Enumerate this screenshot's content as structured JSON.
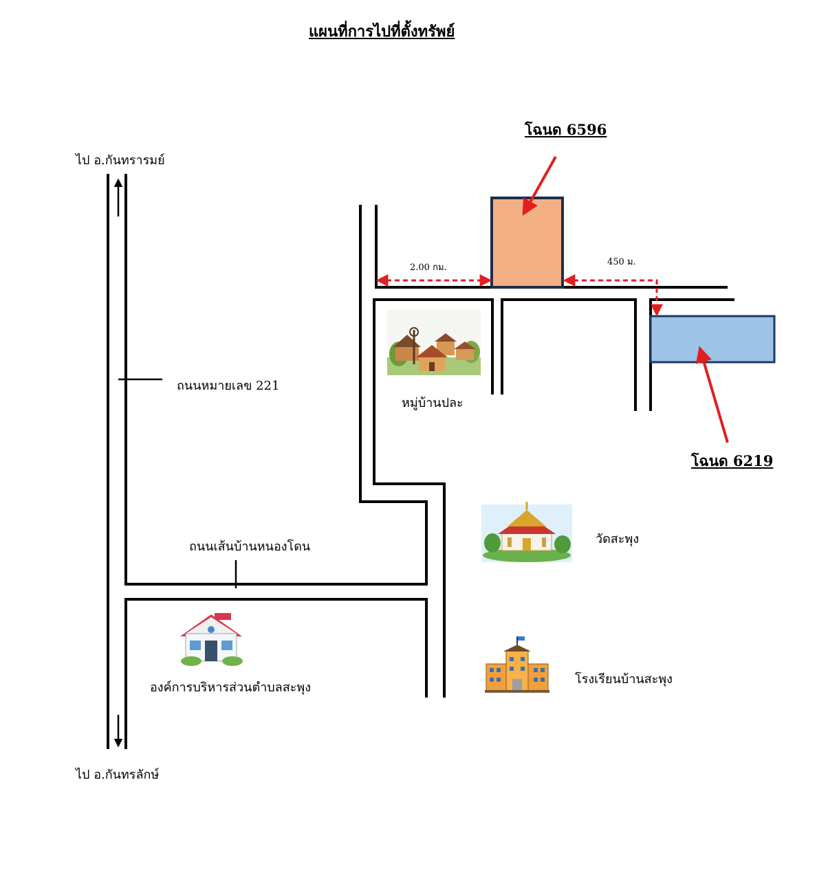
{
  "title": "แผนที่การไปที่ตั้งทรัพย์",
  "deeds": {
    "main": "โฉนด 6596",
    "second": "โฉนด 6219"
  },
  "distances": {
    "left": "2.00 กม.",
    "right": "450 ม."
  },
  "directions": {
    "north": "ไป อ.กันทรารมย์",
    "south": "ไป อ.กันทรลักษ์"
  },
  "roads": {
    "highway": "ถนนหมายเลข 221",
    "village_road": "ถนนเส้นบ้านหนองโดน"
  },
  "landmarks": {
    "village": "หมู่บ้านปละ",
    "temple": "วัดสะพุง",
    "school": "โรงเรียนบ้านสะพุง",
    "sao": "องค์การบริหารส่วนตำบลสะพุง"
  },
  "colors": {
    "deed_main_fill": "#f4b084",
    "deed_main_border": "#1f2d4a",
    "deed_second_fill": "#9dc3e6",
    "deed_second_border": "#1f3864",
    "arrow_red": "#e02020",
    "dashed_red": "#e02020"
  },
  "icons": [
    "village-picture-icon",
    "temple-picture-icon",
    "school-picture-icon",
    "house-picture-icon",
    "arrow-up-icon",
    "arrow-down-icon"
  ]
}
